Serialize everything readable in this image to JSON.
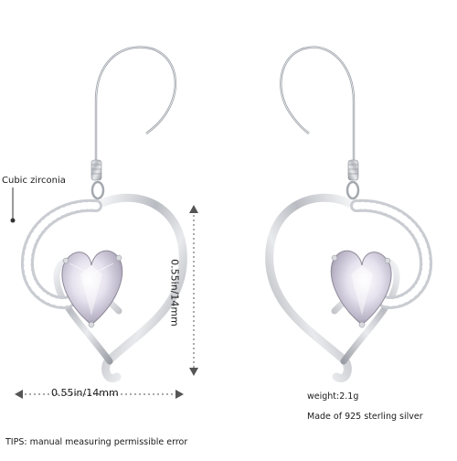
{
  "annotations": {
    "material_callout": "Cubic zirconia",
    "width_dimension": "0.55in/14mm",
    "height_dimension": "0.55in/14mm"
  },
  "specs": {
    "weight": "weight:2.1g",
    "material": "Made of 925 sterling silver"
  },
  "tips": "TIPS: manual measuring permissible error"
}
